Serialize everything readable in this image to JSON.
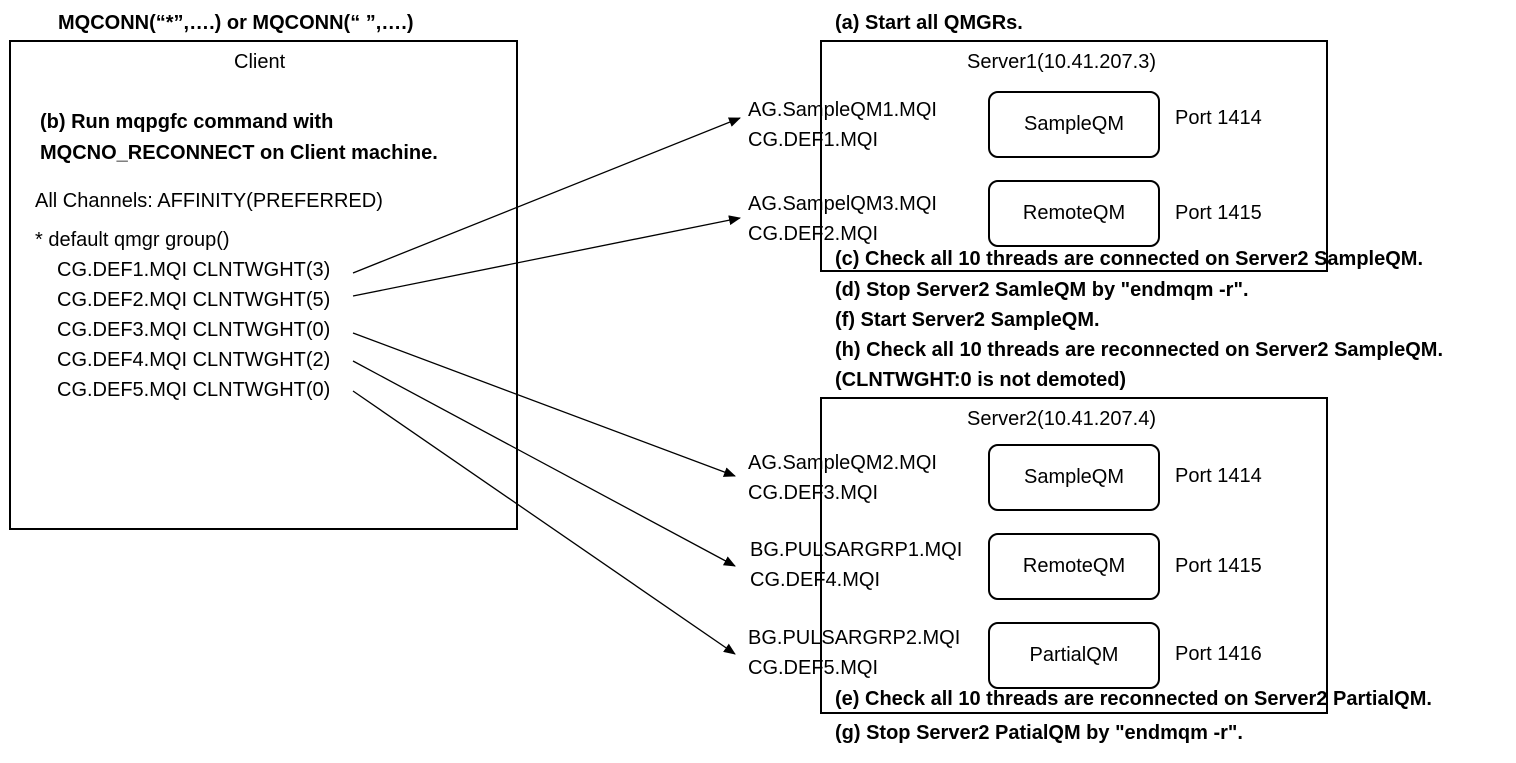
{
  "heading_conn": "MQCONN(“*”,….) or MQCONN(“ ”,….)",
  "client": {
    "title": "Client",
    "step_b_line1": "(b) Run mqpgfc command with",
    "step_b_line2": "MQCNO_RECONNECT on Client machine.",
    "affinity": "All Channels: AFFINITY(PREFERRED)",
    "group_label": "* default qmgr group()",
    "channels": [
      "CG.DEF1.MQI CLNTWGHT(3)",
      "CG.DEF2.MQI CLNTWGHT(5)",
      "CG.DEF3.MQI CLNTWGHT(0)",
      "CG.DEF4.MQI CLNTWGHT(2)",
      "CG.DEF5.MQI CLNTWGHT(0)"
    ]
  },
  "step_a": "(a) Start all QMGRs.",
  "server1": {
    "title": "Server1(10.41.207.3)",
    "rows": [
      {
        "ch1": "AG.SampleQM1.MQI",
        "ch2": "CG.DEF1.MQI",
        "qmgr": "SampleQM",
        "port": "Port 1414"
      },
      {
        "ch1": "AG.SampelQM3.MQI",
        "ch2": "CG.DEF2.MQI",
        "qmgr": "RemoteQM",
        "port": "Port 1415"
      }
    ]
  },
  "steps_mid": [
    "(c) Check all 10 threads are connected on Server2 SampleQM.",
    "(d) Stop Server2 SamleQM by \"endmqm -r\".",
    "(f) Start Server2 SampleQM.",
    "(h) Check all 10 threads are reconnected on Server2 SampleQM.",
    "(CLNTWGHT:0 is not demoted)"
  ],
  "server2": {
    "title": "Server2(10.41.207.4)",
    "rows": [
      {
        "ch1": "AG.SampleQM2.MQI",
        "ch2": "CG.DEF3.MQI",
        "qmgr": "SampleQM",
        "port": "Port 1414"
      },
      {
        "ch1": "BG.PULSARGRP1.MQI",
        "ch2": "CG.DEF4.MQI",
        "qmgr": "RemoteQM",
        "port": "Port 1415"
      },
      {
        "ch1": "BG.PULSARGRP2.MQI",
        "ch2": "CG.DEF5.MQI",
        "qmgr": "PartialQM",
        "port": "Port 1416"
      }
    ]
  },
  "step_e": "(e) Check all 10 threads are reconnected on Server2 PartialQM.",
  "step_g": "(g) Stop Server2 PatialQM by \"endmqm -r\"."
}
